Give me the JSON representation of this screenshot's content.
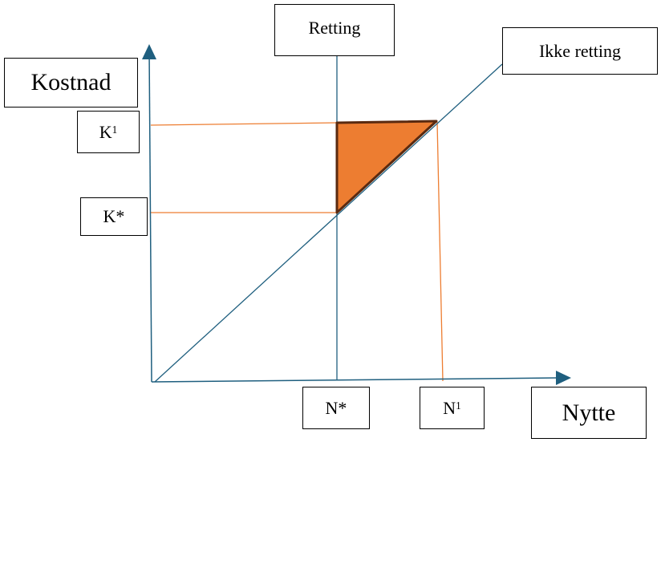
{
  "labels": {
    "kostnad": "Kostnad",
    "nytte": "Nytte",
    "retting": "Retting",
    "ikke_retting": "Ikke retting",
    "k1_base": "K",
    "k1_sup": "1",
    "k_star": "K*",
    "n_star": "N*",
    "n1_base": "N",
    "n1_sup": "1"
  },
  "colors": {
    "axis": "#1f5f7f",
    "guide": "#ed7d31",
    "fill": "#ed7d31",
    "outline": "#5a2a10"
  }
}
